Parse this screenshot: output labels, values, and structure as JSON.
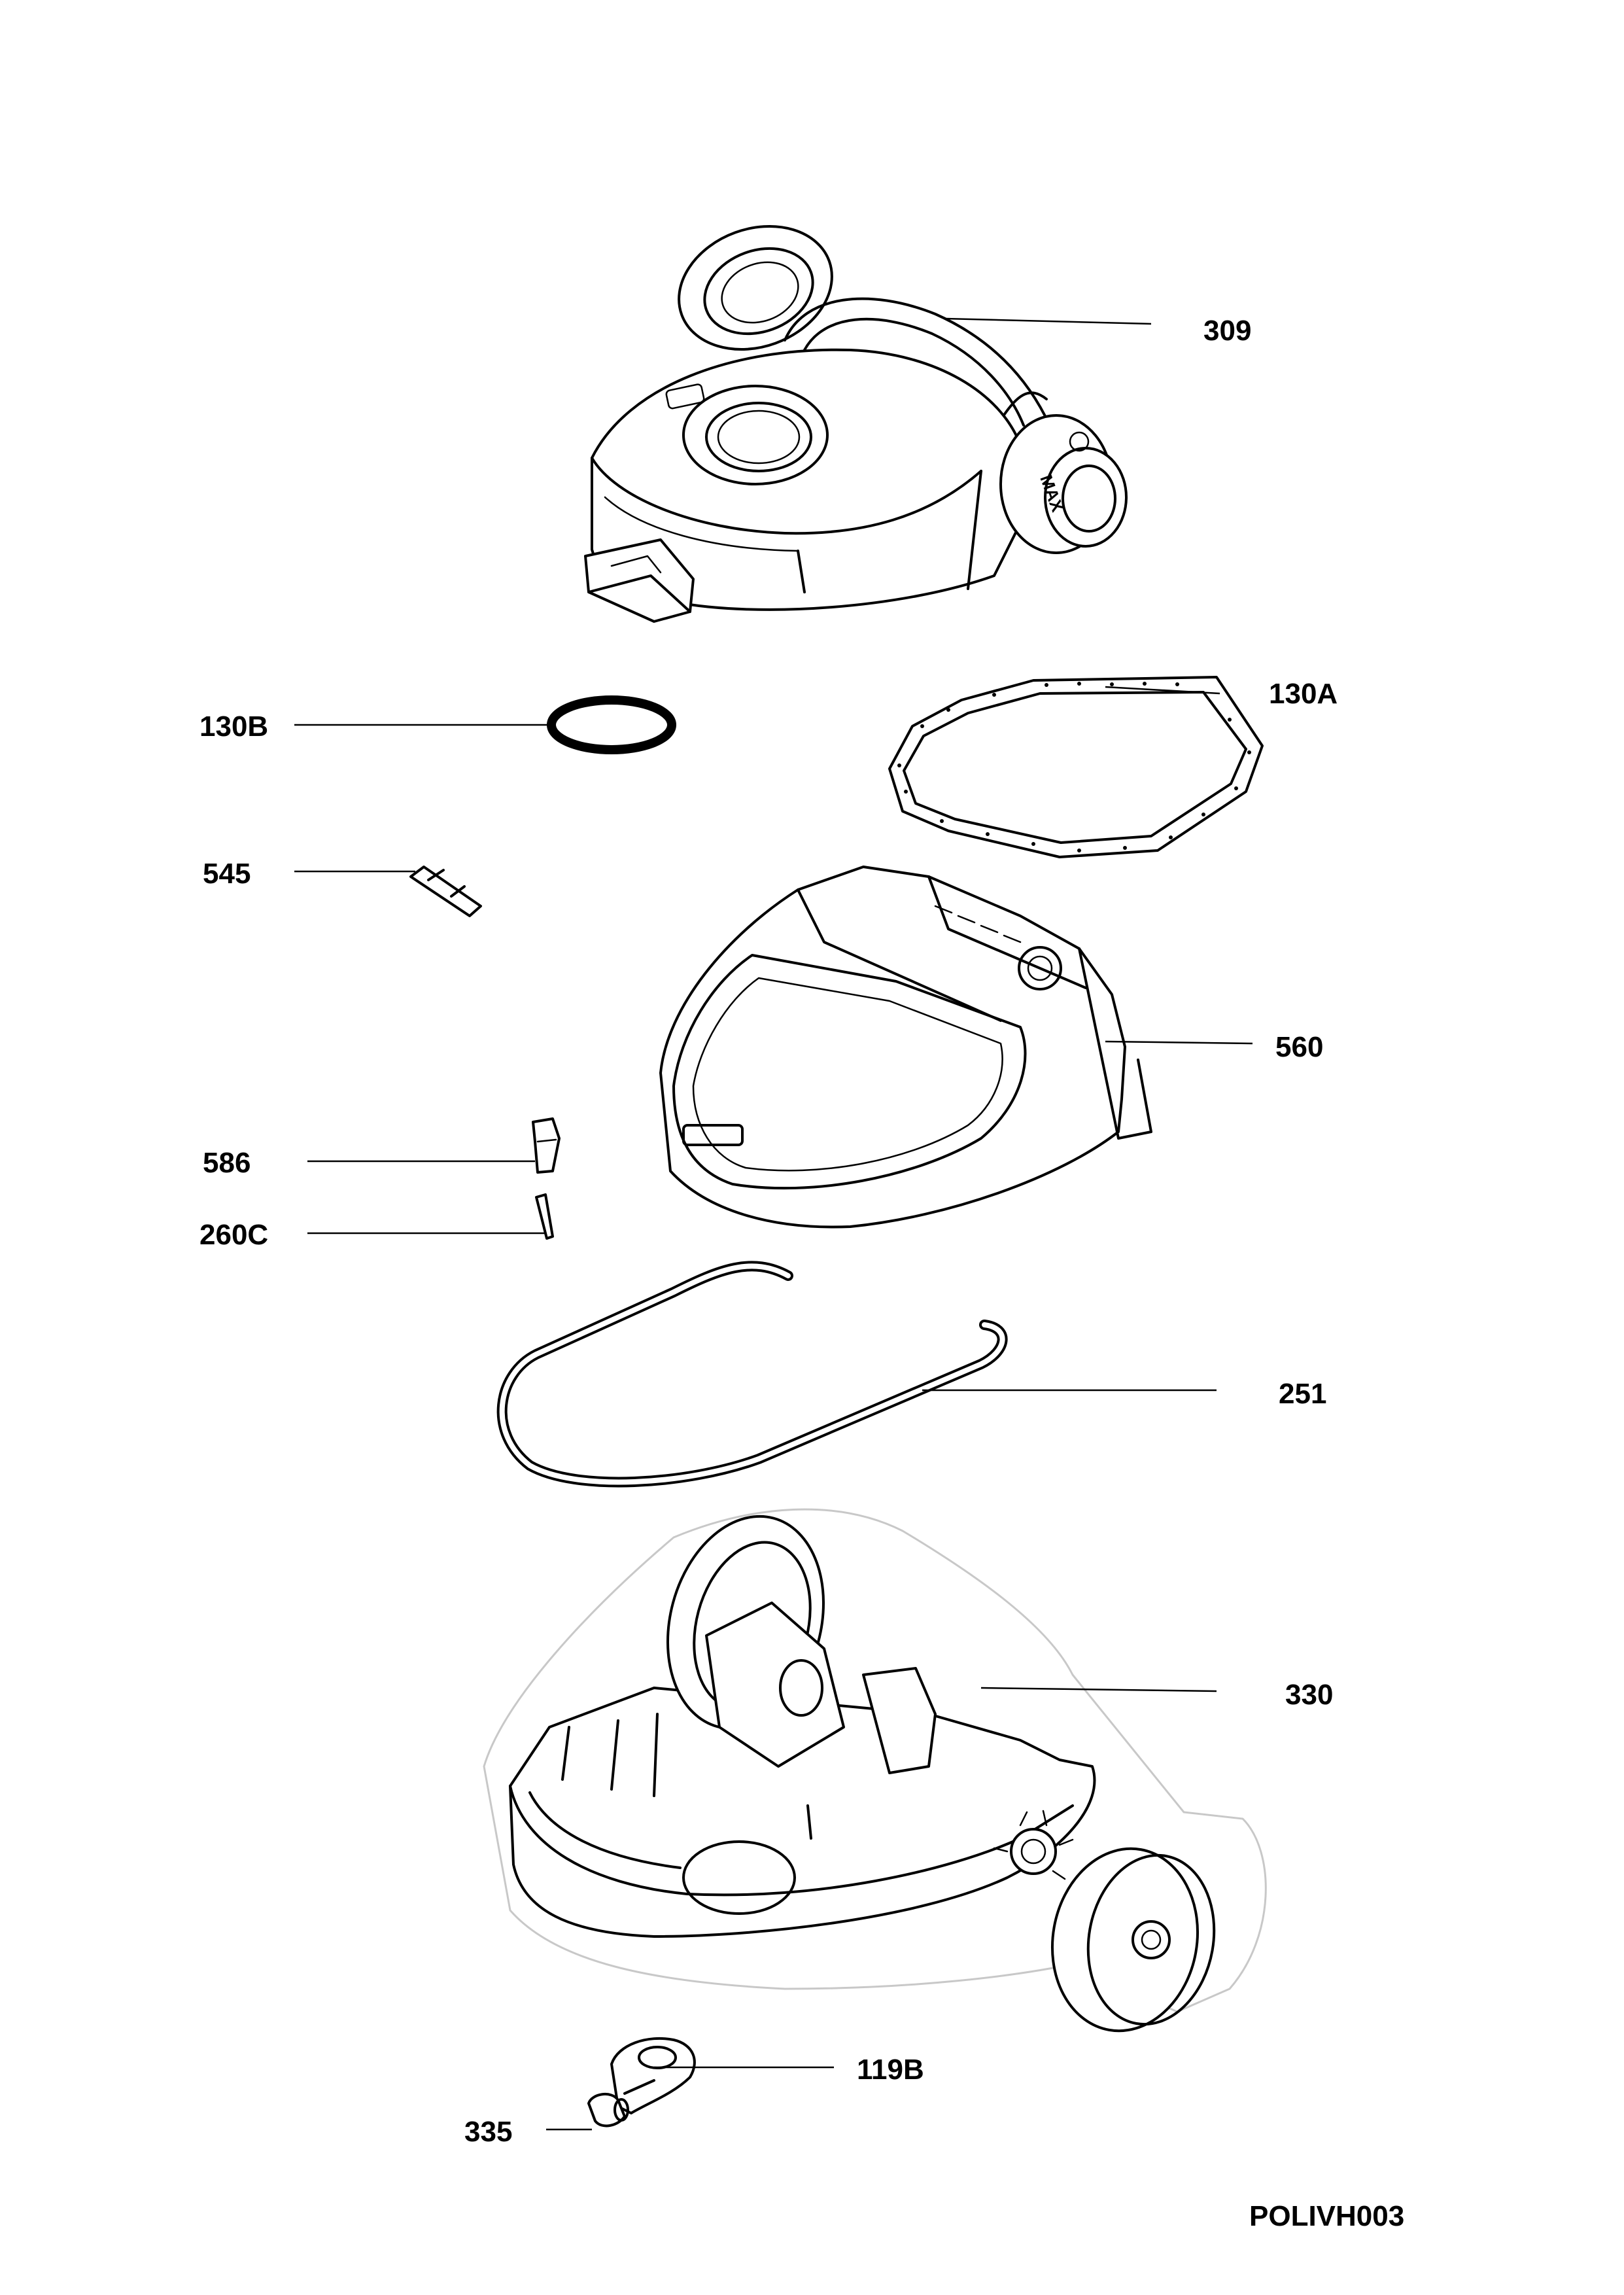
{
  "diagram": {
    "parts": [
      {
        "id": "309",
        "label": "309"
      },
      {
        "id": "130A",
        "label": "130A"
      },
      {
        "id": "130B",
        "label": "130B"
      },
      {
        "id": "545",
        "label": "545"
      },
      {
        "id": "560",
        "label": "560"
      },
      {
        "id": "586",
        "label": "586"
      },
      {
        "id": "260C",
        "label": "260C"
      },
      {
        "id": "251",
        "label": "251"
      },
      {
        "id": "330",
        "label": "330"
      },
      {
        "id": "119B",
        "label": "119B"
      },
      {
        "id": "335",
        "label": "335"
      }
    ],
    "dial_text": "MAX",
    "drawing_code": "POLIVH003"
  }
}
